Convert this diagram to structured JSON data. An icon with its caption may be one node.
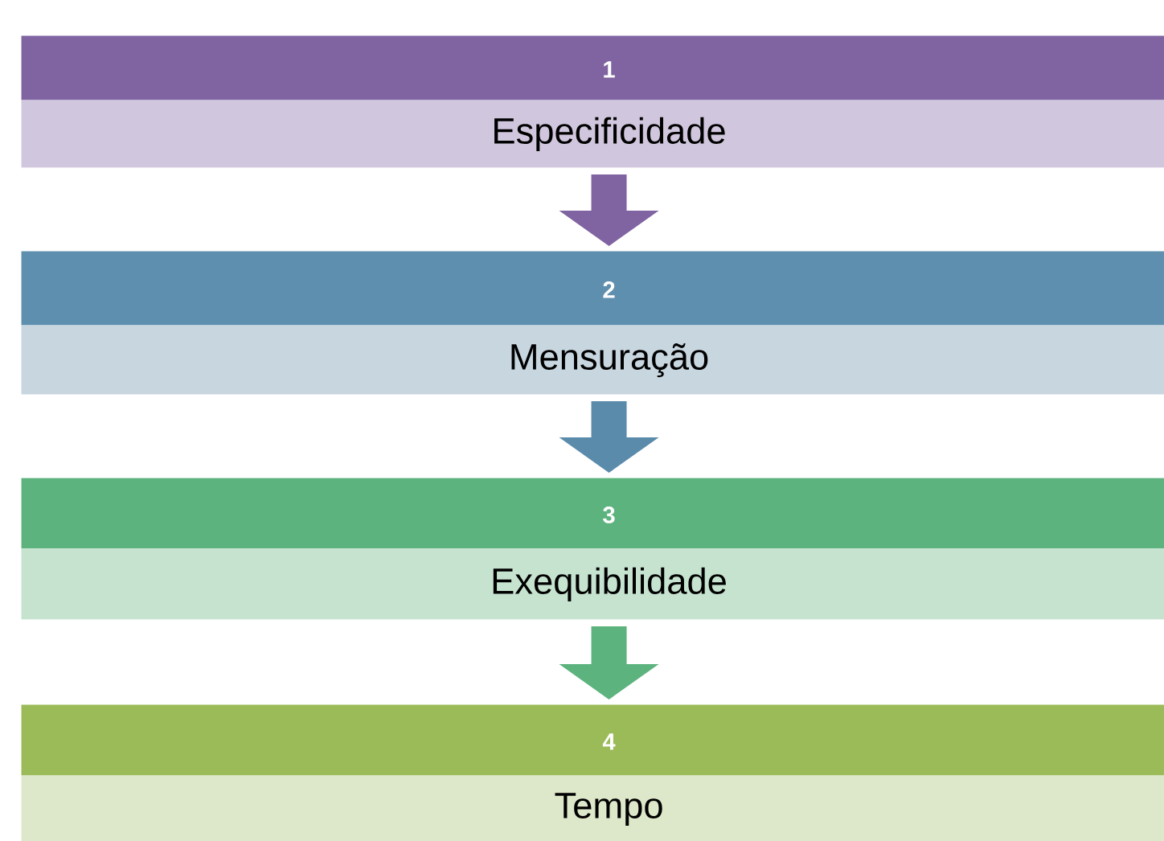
{
  "diagram": {
    "nodes": [
      {
        "text": [
          "1"
        ]
      },
      {
        "text": [
          "Especificidade"
        ]
      },
      {
        "text": [
          "2"
        ]
      },
      {
        "text": [
          "Mensuração"
        ]
      },
      {
        "text": [
          "3"
        ]
      },
      {
        "text": [
          "Exequibilidade"
        ]
      },
      {
        "text": [
          "4"
        ]
      },
      {
        "text": [
          "Tempo"
        ]
      }
    ],
    "edges": [
      {
        "from": 1,
        "to": 2,
        "arrow": "to",
        "color": "#8064a2"
      },
      {
        "from": 3,
        "to": 4,
        "arrow": "to",
        "color": "#5b8bab"
      },
      {
        "from": 5,
        "to": 6,
        "arrow": "to",
        "color": "#5db37e"
      }
    ]
  }
}
